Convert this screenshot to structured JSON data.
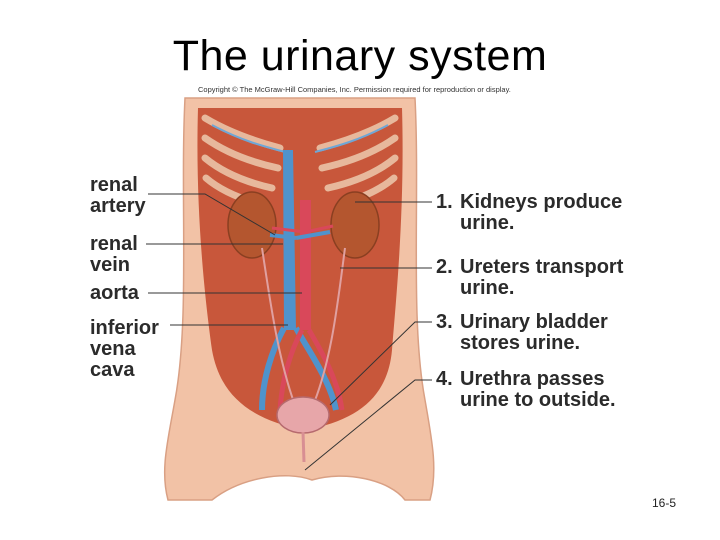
{
  "title": "The urinary system",
  "copyright": "Copyright © The McGraw-Hill Companies, Inc. Permission required for reproduction or display.",
  "left_labels": [
    {
      "line1": "renal",
      "line2": "artery"
    },
    {
      "line1": "renal",
      "line2": "vein"
    },
    {
      "line1": "aorta",
      "line2": ""
    },
    {
      "line1": "inferior",
      "line2": "vena",
      "line3": "cava"
    }
  ],
  "right_labels": [
    {
      "num": "1.",
      "line1": "Kidneys produce",
      "line2": "urine."
    },
    {
      "num": "2.",
      "line1": "Ureters transport",
      "line2": "urine."
    },
    {
      "num": "3.",
      "line1": "Urinary bladder",
      "line2": "stores urine."
    },
    {
      "num": "4.",
      "line1": "Urethra passes",
      "line2": "urine to outside."
    }
  ],
  "slide_number": "16-5",
  "colors": {
    "skin": "#f2c2a6",
    "muscle": "#c8573b",
    "vein": "#4f93cc",
    "artery": "#d9485a",
    "kidney": "#b4562f"
  }
}
